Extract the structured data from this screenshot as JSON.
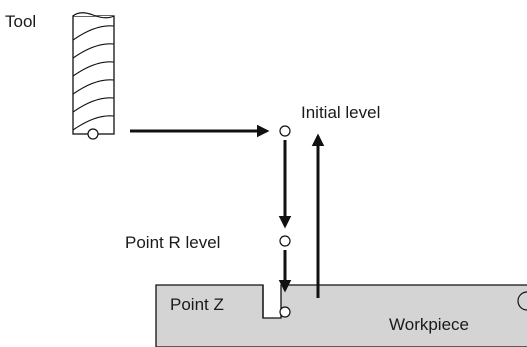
{
  "labels": {
    "tool": "Tool",
    "initial_level": "Initial level",
    "point_r_level": "Point R level",
    "point_z": "Point Z",
    "workpiece": "Workpiece"
  },
  "colors": {
    "workpiece_fill": "#d4d4d4",
    "stroke": "#111111",
    "background": "#ffffff"
  }
}
